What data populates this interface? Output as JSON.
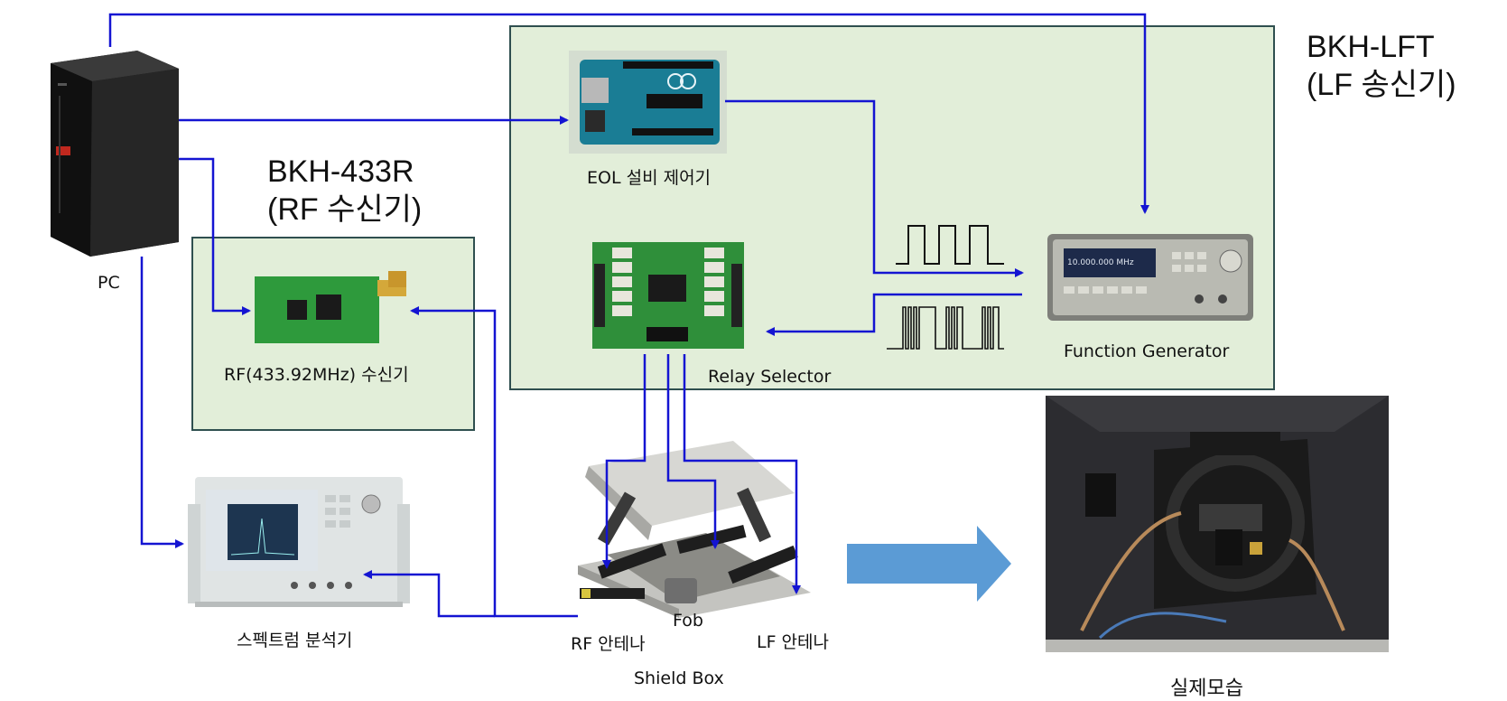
{
  "groups": {
    "lft_title_line1": "BKH-LFT",
    "lft_title_line2": "(LF 송신기)",
    "r433_title_line1": "BKH-433R",
    "r433_title_line2": "(RF 수신기)"
  },
  "labels": {
    "pc": "PC",
    "eol": "EOL 설비 제어기",
    "relay": "Relay Selector",
    "function_generator": "Function Generator",
    "rf_receiver": "RF(433.92MHz) 수신기",
    "spectrum": "스펙트럼 분석기",
    "rf_antenna": "RF 안테나",
    "fob": "Fob",
    "lf_antenna": "LF 안테나",
    "shield_box": "Shield Box",
    "actual": "실제모습"
  },
  "instrument_readouts": {
    "fg_display": "10.000.000 MHz"
  },
  "colors": {
    "connector": "#1414d2",
    "group_fill": "#e2eed9",
    "group_border": "#2f4f4f",
    "arrow": "#5b9bd5"
  },
  "icons": [
    "pc-tower-icon",
    "arduino-board-icon",
    "relay-board-icon",
    "function-generator-icon",
    "rf-module-icon",
    "spectrum-analyzer-icon",
    "shield-box-icon",
    "chamber-photo-icon",
    "square-wave-icon",
    "pulse-train-icon",
    "right-arrow-icon"
  ]
}
